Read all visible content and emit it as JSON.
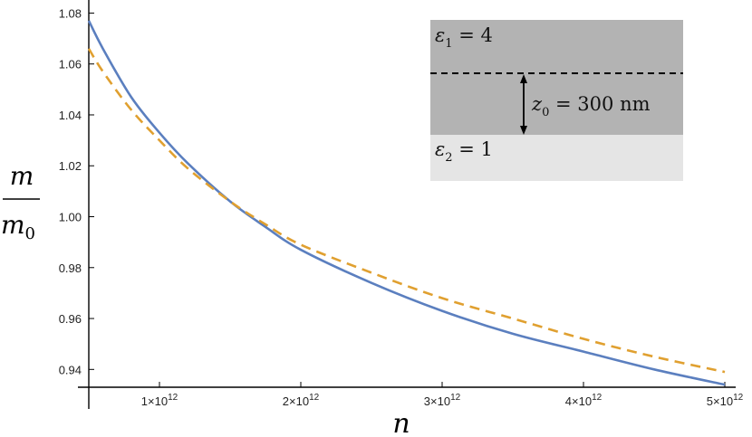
{
  "chart_data": {
    "type": "line",
    "title": "",
    "xlabel": "n",
    "ylabel": {
      "numerator": "m",
      "denominator": "m",
      "denominator_sub": "0"
    },
    "xlim": [
      500000000000.0,
      5000000000000.0
    ],
    "ylim": [
      0.933,
      1.083
    ],
    "grid": false,
    "x_ticks": [
      {
        "value": 1000000000000.0,
        "mantissa": "1",
        "exponent": "12"
      },
      {
        "value": 2000000000000.0,
        "mantissa": "2",
        "exponent": "12"
      },
      {
        "value": 3000000000000.0,
        "mantissa": "3",
        "exponent": "12"
      },
      {
        "value": 4000000000000.0,
        "mantissa": "4",
        "exponent": "12"
      },
      {
        "value": 5000000000000.0,
        "mantissa": "5",
        "exponent": "12"
      }
    ],
    "y_ticks": [
      {
        "value": 0.94,
        "label": "0.94"
      },
      {
        "value": 0.96,
        "label": "0.96"
      },
      {
        "value": 0.98,
        "label": "0.98"
      },
      {
        "value": 1.0,
        "label": "1.00"
      },
      {
        "value": 1.02,
        "label": "1.02"
      },
      {
        "value": 1.04,
        "label": "1.04"
      },
      {
        "value": 1.06,
        "label": "1.06"
      },
      {
        "value": 1.08,
        "label": "1.08"
      }
    ],
    "series": [
      {
        "color": "#5b7fbf",
        "dash": "solid",
        "x": [
          500000000000.0,
          600000000000.0,
          800000000000.0,
          1000000000000.0,
          1200000000000.0,
          1500000000000.0,
          1750000000000.0,
          2000000000000.0,
          2500000000000.0,
          3000000000000.0,
          3500000000000.0,
          4000000000000.0,
          4500000000000.0,
          5000000000000.0
        ],
        "y": [
          1.077,
          1.066,
          1.047,
          1.033,
          1.021,
          1.006,
          0.996,
          0.987,
          0.974,
          0.963,
          0.954,
          0.947,
          0.94,
          0.934
        ]
      },
      {
        "color": "#e0a030",
        "dash": "dashed",
        "x": [
          500000000000.0,
          600000000000.0,
          800000000000.0,
          1000000000000.0,
          1200000000000.0,
          1500000000000.0,
          1750000000000.0,
          2000000000000.0,
          2500000000000.0,
          3000000000000.0,
          3500000000000.0,
          4000000000000.0,
          4500000000000.0,
          5000000000000.0
        ],
        "y": [
          1.066,
          1.057,
          1.042,
          1.03,
          1.019,
          1.006,
          0.997,
          0.989,
          0.978,
          0.968,
          0.96,
          0.952,
          0.945,
          0.939
        ]
      }
    ],
    "inset": {
      "eps1": {
        "symbol": "ε",
        "sub": "1",
        "rhs": " = 4"
      },
      "eps2": {
        "symbol": "ε",
        "sub": "2",
        "rhs": " = 1"
      },
      "z0": {
        "symbol": "z",
        "sub": "0",
        "rhs": " = 300 nm"
      },
      "upper_color": "#b3b3b3",
      "lower_color": "#e5e5e5"
    }
  }
}
